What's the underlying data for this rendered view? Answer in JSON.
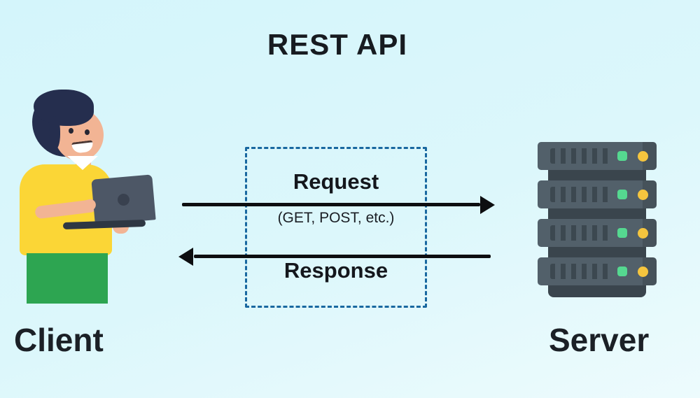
{
  "title": "REST API",
  "client": {
    "label": "Client"
  },
  "server": {
    "label": "Server",
    "units": 4
  },
  "request": {
    "label": "Request",
    "methods": "(GET, POST, etc.)"
  },
  "response": {
    "label": "Response"
  },
  "colors": {
    "background_top": "#d4f5fb",
    "background_bottom": "#edfbfd",
    "text": "#171b20",
    "arrow": "#0d0e10",
    "dashed_border": "#1968a0",
    "server_unit": "#52606a",
    "server_rack": "#3a454d",
    "led_green": "#55d890",
    "led_yellow": "#f5c53e",
    "shirt_yellow": "#fbd636",
    "pants_green": "#2da551",
    "skin": "#f2b494",
    "hair": "#252e4e",
    "laptop": "#4d5766"
  }
}
